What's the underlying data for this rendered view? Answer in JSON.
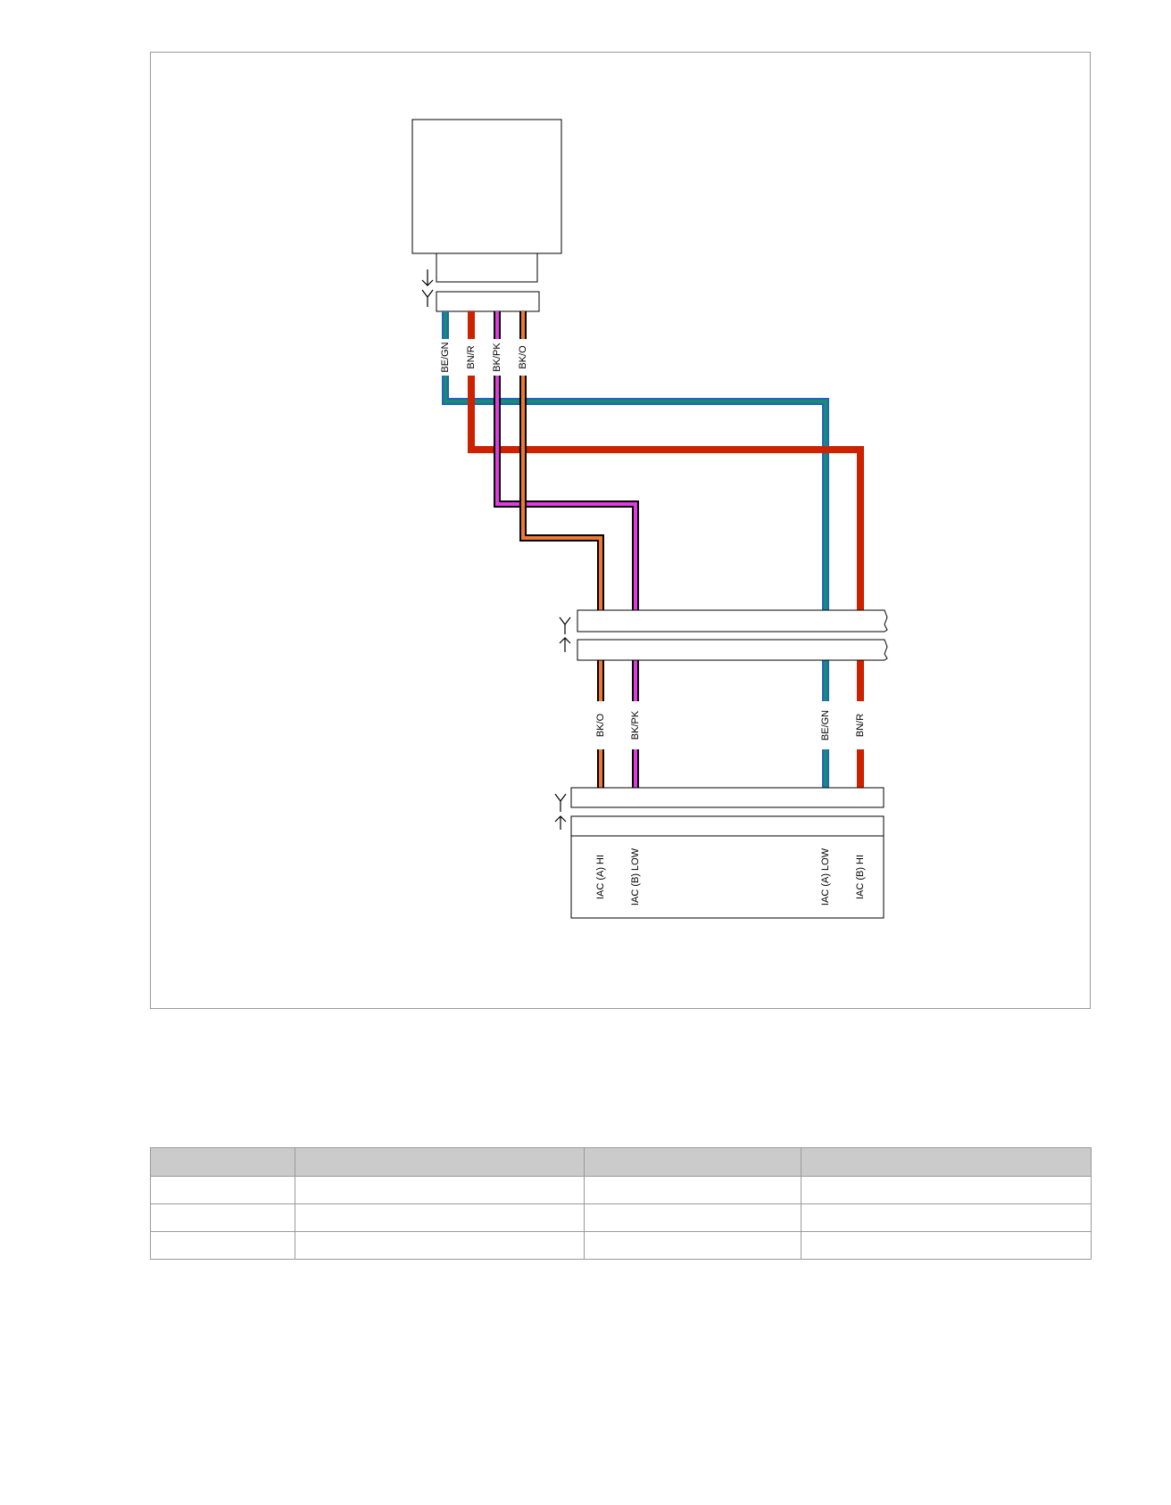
{
  "diagram": {
    "colors": {
      "BE/GN": {
        "outer": "#1e64c8",
        "inner": "#1b8a6e"
      },
      "BN/R": {
        "outer": "#cc2200",
        "inner": "#cc2200"
      },
      "BK/PK": {
        "outer": "#000000",
        "inner": "#e03ce0"
      },
      "BK/O": {
        "outer": "#000000",
        "inner": "#f07830"
      },
      "outline": "#000000",
      "frame": "#9a9a9a"
    },
    "top_connector_wires": [
      "BE/GN",
      "BN/R",
      "BK/PK",
      "BK/O"
    ],
    "bottom_wires": [
      "BK/O",
      "BK/PK",
      "BE/GN",
      "BN/R"
    ],
    "pin_functions": [
      "IAC (A) HI",
      "IAC (B) LOW",
      "IAC (A) LOW",
      "IAC (B) HI"
    ]
  },
  "table": {
    "headers": [
      "",
      "",
      "",
      ""
    ],
    "rows": [
      [
        "",
        "",
        "",
        ""
      ],
      [
        "",
        "",
        "",
        ""
      ],
      [
        "",
        "",
        "",
        ""
      ]
    ]
  }
}
